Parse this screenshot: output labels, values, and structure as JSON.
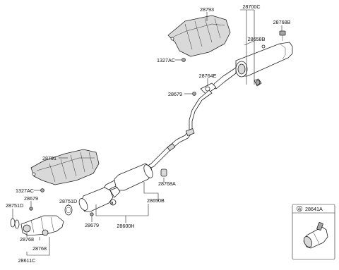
{
  "labels": {
    "p28793": "28793",
    "p28700C": "28700C",
    "p28768B": "28768B",
    "p28658B": "28658B",
    "p1327AC_top": "1327AC",
    "p28764E": "28764E",
    "p28679_mid": "28679",
    "p28791": "28791",
    "p1327AC_left": "1327AC",
    "p28679_left": "28679",
    "p28751D_left": "28751D",
    "p28751D_mid": "28751D",
    "p28768A": "28768A",
    "p28650B": "28650B",
    "p28679_bottom": "28679",
    "p28600H": "28600H",
    "p28768_upper": "28768",
    "p28768_lower": "28768",
    "p28611C": "28611C"
  },
  "callouts": {
    "ref_a": "a",
    "inset_marker": "a",
    "inset_part": "28641A"
  }
}
